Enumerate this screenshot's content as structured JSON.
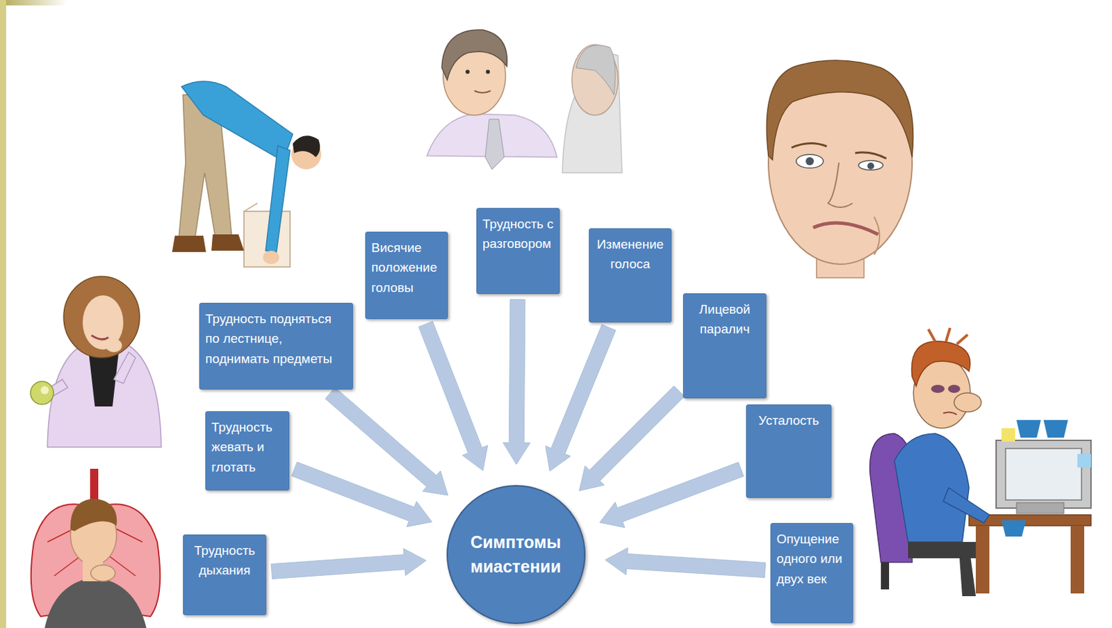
{
  "diagram": {
    "nodes": [
      {
        "text": [
          "Висячие положение головы"
        ]
      },
      {
        "text": [
          "Трудность с разговором"
        ]
      },
      {
        "text": [
          "Изменение голоса"
        ]
      },
      {
        "text": [
          "Трудность подняться по лестнице, поднимать предметы"
        ]
      },
      {
        "text": [
          "Лицевой паралич"
        ]
      },
      {
        "text": [
          "Трудность жевать и глотать"
        ]
      },
      {
        "text": [
          "Усталость"
        ]
      },
      {
        "text": [
          "Трудность дыхания"
        ]
      },
      {
        "text": [
          "Симптомы миастении"
        ]
      },
      {
        "text": [
          "Опущение одного или двух век"
        ]
      }
    ],
    "edges": [
      {
        "from": 0,
        "to": 8,
        "arrow": "to"
      },
      {
        "from": 1,
        "to": 8,
        "arrow": "to"
      },
      {
        "from": 2,
        "to": 8,
        "arrow": "to"
      },
      {
        "from": 3,
        "to": 8,
        "arrow": "to"
      },
      {
        "from": 4,
        "to": 8,
        "arrow": "to"
      },
      {
        "from": 5,
        "to": 8,
        "arrow": "to"
      },
      {
        "from": 6,
        "to": 8,
        "arrow": "to"
      },
      {
        "from": 7,
        "to": 8,
        "arrow": "to"
      },
      {
        "from": 9,
        "to": 8,
        "arrow": "to"
      }
    ]
  }
}
